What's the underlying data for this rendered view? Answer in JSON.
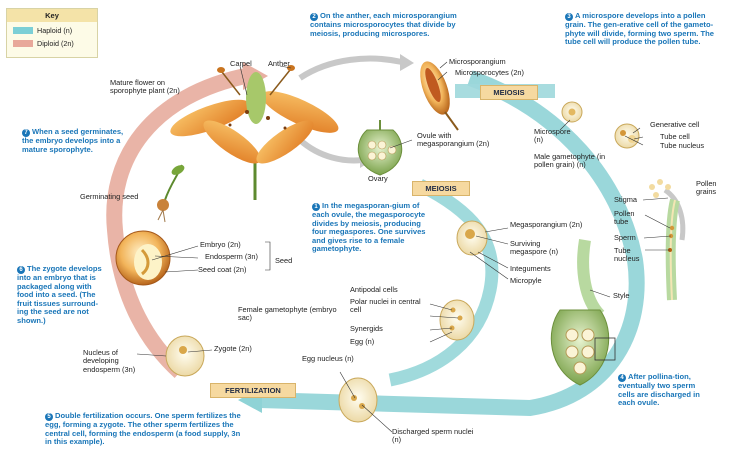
{
  "key": {
    "title": "Key",
    "haploid": "Haploid (n)",
    "diploid": "Diploid (2n)",
    "haploid_color": "#7ccfd6",
    "diploid_color": "#e8a89a"
  },
  "banners": {
    "meiosis_top": "MEIOSIS",
    "meiosis_mid": "MEIOSIS",
    "fertilization": "FERTILIZATION"
  },
  "steps": {
    "s1": {
      "num": "1",
      "text": "In the megasporan-gium of each ovule, the megasporocyte divides by meiosis, producing four megaspores. One survives and gives rise to a female gametophyte."
    },
    "s2": {
      "num": "2",
      "text": "On the anther, each microsporangium contains microsporocytes that divide by meiosis, producing microspores."
    },
    "s3": {
      "num": "3",
      "text": "A microspore develops into a pollen grain. The gen-erative cell of the gameto-phyte will divide, forming two sperm. The tube cell will produce the pollen tube."
    },
    "s4": {
      "num": "4",
      "text": "After pollina-tion, eventually two sperm cells are discharged in each ovule."
    },
    "s5": {
      "num": "5",
      "text": "Double fertilization occurs. One sperm fertilizes the egg, forming a zygote. The other sperm fertilizes the central cell, forming the endosperm (a food supply, 3n in this example)."
    },
    "s6": {
      "num": "6",
      "text": "The zygote develops into an embryo that is packaged along with food into a seed. (The fruit tissues surround-ing the seed are not shown.)"
    },
    "s7": {
      "num": "7",
      "text": "When a seed germinates, the embryo develops into a mature sporophyte."
    }
  },
  "labels": {
    "carpel": "Carpel",
    "anther": "Anther",
    "mature_flower": "Mature flower on sporophyte plant (2n)",
    "microsporangium": "Microsporangium",
    "microsporocytes": "Microsporocytes (2n)",
    "ovule": "Ovule with megasporangium (2n)",
    "ovary": "Ovary",
    "microspore": "Microspore (n)",
    "generative_cell": "Generative cell",
    "tube_cell": "Tube cell",
    "tube_nucleus_top": "Tube nucleus",
    "male_gametophyte": "Male gametophyte (in pollen grain) (n)",
    "pollen_grains": "Pollen grains",
    "stigma": "Stigma",
    "pollen_tube": "Pollen tube",
    "sperm": "Sperm",
    "tube_nucleus": "Tube nucleus",
    "style": "Style",
    "megasporangium": "Megasporangium (2n)",
    "surviving_megaspore": "Surviving megaspore (n)",
    "integuments": "Integuments",
    "micropyle": "Micropyle",
    "antipodal": "Antipodal cells",
    "polar_nuclei": "Polar nuclei in central cell",
    "female_gametophyte": "Female gametophyte (embryo sac)",
    "synergids": "Synergids",
    "egg": "Egg (n)",
    "embryo": "Embryo (2n)",
    "endosperm": "Endosperm (3n)",
    "seed_coat": "Seed coat (2n)",
    "seed": "Seed",
    "germinating_seed": "Germinating seed",
    "nucleus_developing": "Nucleus of developing endosperm (3n)",
    "zygote": "Zygote (2n)",
    "egg_nucleus": "Egg nucleus (n)",
    "discharged_sperm": "Discharged sperm nuclei (n)"
  }
}
